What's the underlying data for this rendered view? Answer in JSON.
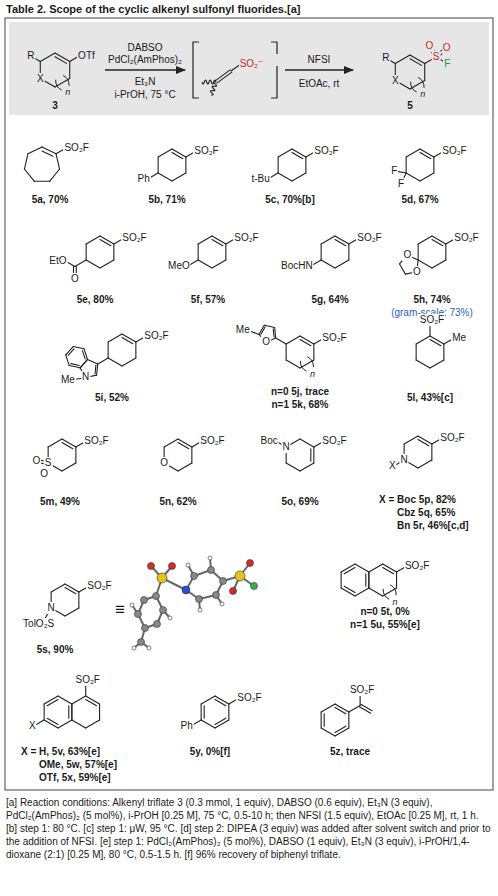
{
  "diagram": {
    "title": "Table 2. Scope of the cyclic alkenyl sulfonyl fluorides.[a]",
    "caption": "[a] Reaction conditions: Alkenyl triflate 3 (0.3 mmol, 1 equiv), DABSO (0.6 equiv), Et₃N (3 equiv), PdCl₂(AmPhos)₂ (5 mol%), i-PrOH [0.25 M], 75 °C, 0.5-10 h; then NFSI (1.5 equiv), EtOAc [0.25 M], rt, 1 h. [b] step 1: 80 °C. [c] step 1: μW, 95 °C. [d] step 2: DIPEA (3 equiv) was added after solvent switch and prior to the addition of NFSI. [e] step 1: PdCl₂(AmPhos)₂ (5 mol%), DABSO (1 equiv), Et₃N (3 equiv), i-PrOH/1,4-dioxane (2:1) [0.25 M], 80 °C, 0.5-1.5 h. [f] 96% recovery of biphenyl triflate.",
    "nodes": [
      {
        "text": [
          "OTf",
          "R",
          "X",
          "n",
          "3"
        ]
      },
      {
        "text": [
          "SO₂⁻"
        ]
      },
      {
        "text": [
          "O",
          "O",
          "S",
          "F",
          "R",
          "X",
          "n",
          "5"
        ]
      }
    ],
    "edges": [
      {
        "from": 0,
        "to": 1,
        "arrow": "to",
        "label": "DABSO PdCl₂(AmPhos)₂"
      },
      {
        "from": 1,
        "to": 2,
        "arrow": "to",
        "label": "NFSI"
      }
    ],
    "labels": [
      "Et₃N",
      "i-PrOH, 75 °C",
      "EtOAc, rt",
      "SO₂F",
      "5a, 70%",
      "Ph",
      "SO₂F",
      "5b, 71%",
      "t-Bu",
      "SO₂F",
      "5c, 70%[b]",
      "F",
      "F",
      "SO₂F",
      "5d, 67%",
      "EtO",
      "O",
      "SO₂F",
      "5e, 80%",
      "MeO",
      "SO₂F",
      "5f, 57%",
      "BocHN",
      "SO₂F",
      "5g, 64%",
      "O",
      "O",
      "SO₂F",
      "5h, 74%",
      "(gram-scale: 73%)",
      "Me",
      "N",
      "SO₂F",
      "5i, 52%",
      "Me",
      "O",
      "SO₂F",
      "n",
      "n=0 5j, trace",
      "n=1 5k, 68%",
      "SO₂F",
      "Me",
      "5l, 43%[c]",
      "O",
      "S",
      "O",
      "SO₂F",
      "5m, 49%",
      "O",
      "SO₂F",
      "5n, 62%",
      "Boc",
      "N",
      "SO₂F",
      "5o, 69%",
      "SO₂F",
      "X",
      "N",
      "X = Boc 5p, 82%",
      "Cbz 5q, 65%",
      "Bn 5r, 46%[c,d]",
      "SO₂F",
      "TolO₂S",
      "N",
      "5s, 90%",
      "≡",
      "SO₂F",
      "n",
      "n=0 5t, 0%",
      "n=1 5u, 55%[e]",
      "SO₂F",
      "X",
      "X = H, 5v, 63%[e]",
      "OMe, 5w, 57%[e]",
      "OTf, 5x, 59%[e]",
      "Ph",
      "SO₂F",
      "5y, 0%[f]",
      "SO₂F",
      "5z, trace"
    ]
  }
}
